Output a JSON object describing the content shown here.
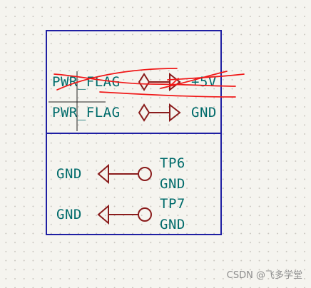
{
  "schematic": {
    "top_block": {
      "row1": {
        "left_label": "PWR_FLAG",
        "right_label": "+5V",
        "crossed_out": true
      },
      "row2": {
        "left_label": "PWR_FLAG",
        "right_label": "GND"
      }
    },
    "bottom_block": {
      "tp6": {
        "net": "GND",
        "ref": "TP6",
        "value": "GND"
      },
      "tp7": {
        "net": "GND",
        "ref": "TP7",
        "value": "GND"
      }
    },
    "colors": {
      "net_label": "#006b6b",
      "symbol": "#8a1c1c",
      "frame": "#1f1fa3",
      "annotation": "#f01818"
    }
  },
  "watermark": "CSDN @飞多学堂"
}
